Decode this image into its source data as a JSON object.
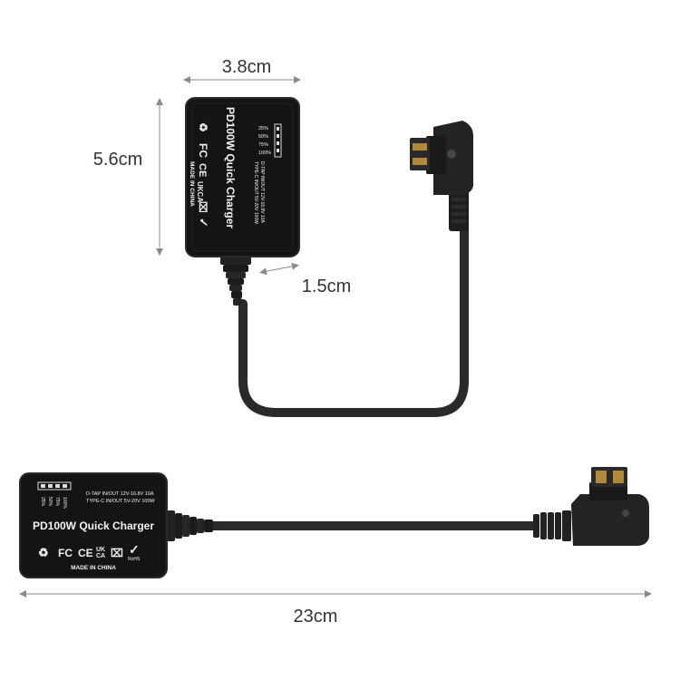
{
  "dimensions": {
    "width": "3.8cm",
    "height": "5.6cm",
    "cable_diameter": "1.5cm",
    "length": "23cm"
  },
  "product": {
    "title": "PD100W Quick Charger",
    "made_in": "MADE IN CHINA",
    "dtap_spec": "D-TAP IN/OUT 12V-16.8V 10A",
    "typec_spec": "TYPE-C IN/OUT 5V-20V 100W",
    "battery_levels": [
      "25%",
      "50%",
      "75%",
      "100%"
    ],
    "rohs": "RoHS"
  },
  "colors": {
    "body": "#141414",
    "cable": "#2a2a2a",
    "dimension_line": "#8a8a8a"
  }
}
